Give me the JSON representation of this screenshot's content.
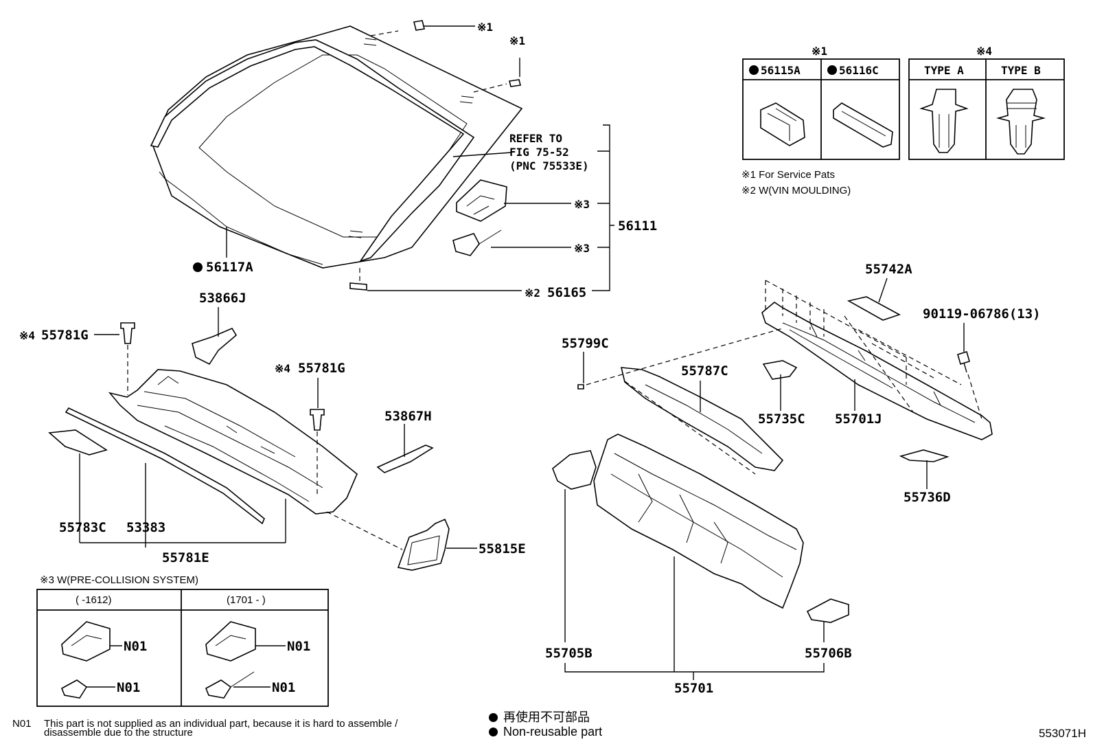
{
  "labels": {
    "p56117A": "56117A",
    "p56111": "56111",
    "p56165": "56165",
    "refer1": "REFER TO",
    "refer2": "FIG 75-52",
    "refer3": "(PNC 75533E)",
    "p53866J": "53866J",
    "p55781G_a": "55781G",
    "p55781G_b": "55781G",
    "p53867H": "53867H",
    "p55783C": "55783C",
    "p53383": "53383",
    "p55781E": "55781E",
    "p55815E": "55815E",
    "p55742A": "55742A",
    "p90119": "90119-06786(13)",
    "p55799C": "55799C",
    "p55787C": "55787C",
    "p55735C": "55735C",
    "p55701J": "55701J",
    "p55736D": "55736D",
    "p55705B": "55705B",
    "p55706B": "55706B",
    "p55701": "55701",
    "n01_a": "N01",
    "n01_b": "N01",
    "n01_c": "N01",
    "n01_d": "N01"
  },
  "marks": {
    "m1": "※1",
    "m2": "※2",
    "m3": "※3",
    "m4": "※4"
  },
  "tables": {
    "t1_header": "※1",
    "t1_col1": "56115A",
    "t1_col2": "56116C",
    "t4_header": "※4",
    "t4_col1": "TYPE A",
    "t4_col2": "TYPE B",
    "t3_title": "※3 W(PRE-COLLISION SYSTEM)",
    "t3_col1": "(     -1612)",
    "t3_col2": "(1701 -     )"
  },
  "notes": {
    "note1": "※1 For Service Pats",
    "note2": "※2 W(VIN MOULDING)",
    "n01_code": "N01",
    "n01_text1": "This part is not supplied as an individual part, because it is hard to assemble /",
    "n01_text2": "disassemble due to the structure",
    "legend_jp": "再使用不可部品",
    "legend_en": "Non-reusable part",
    "figure_id": "553071H"
  }
}
